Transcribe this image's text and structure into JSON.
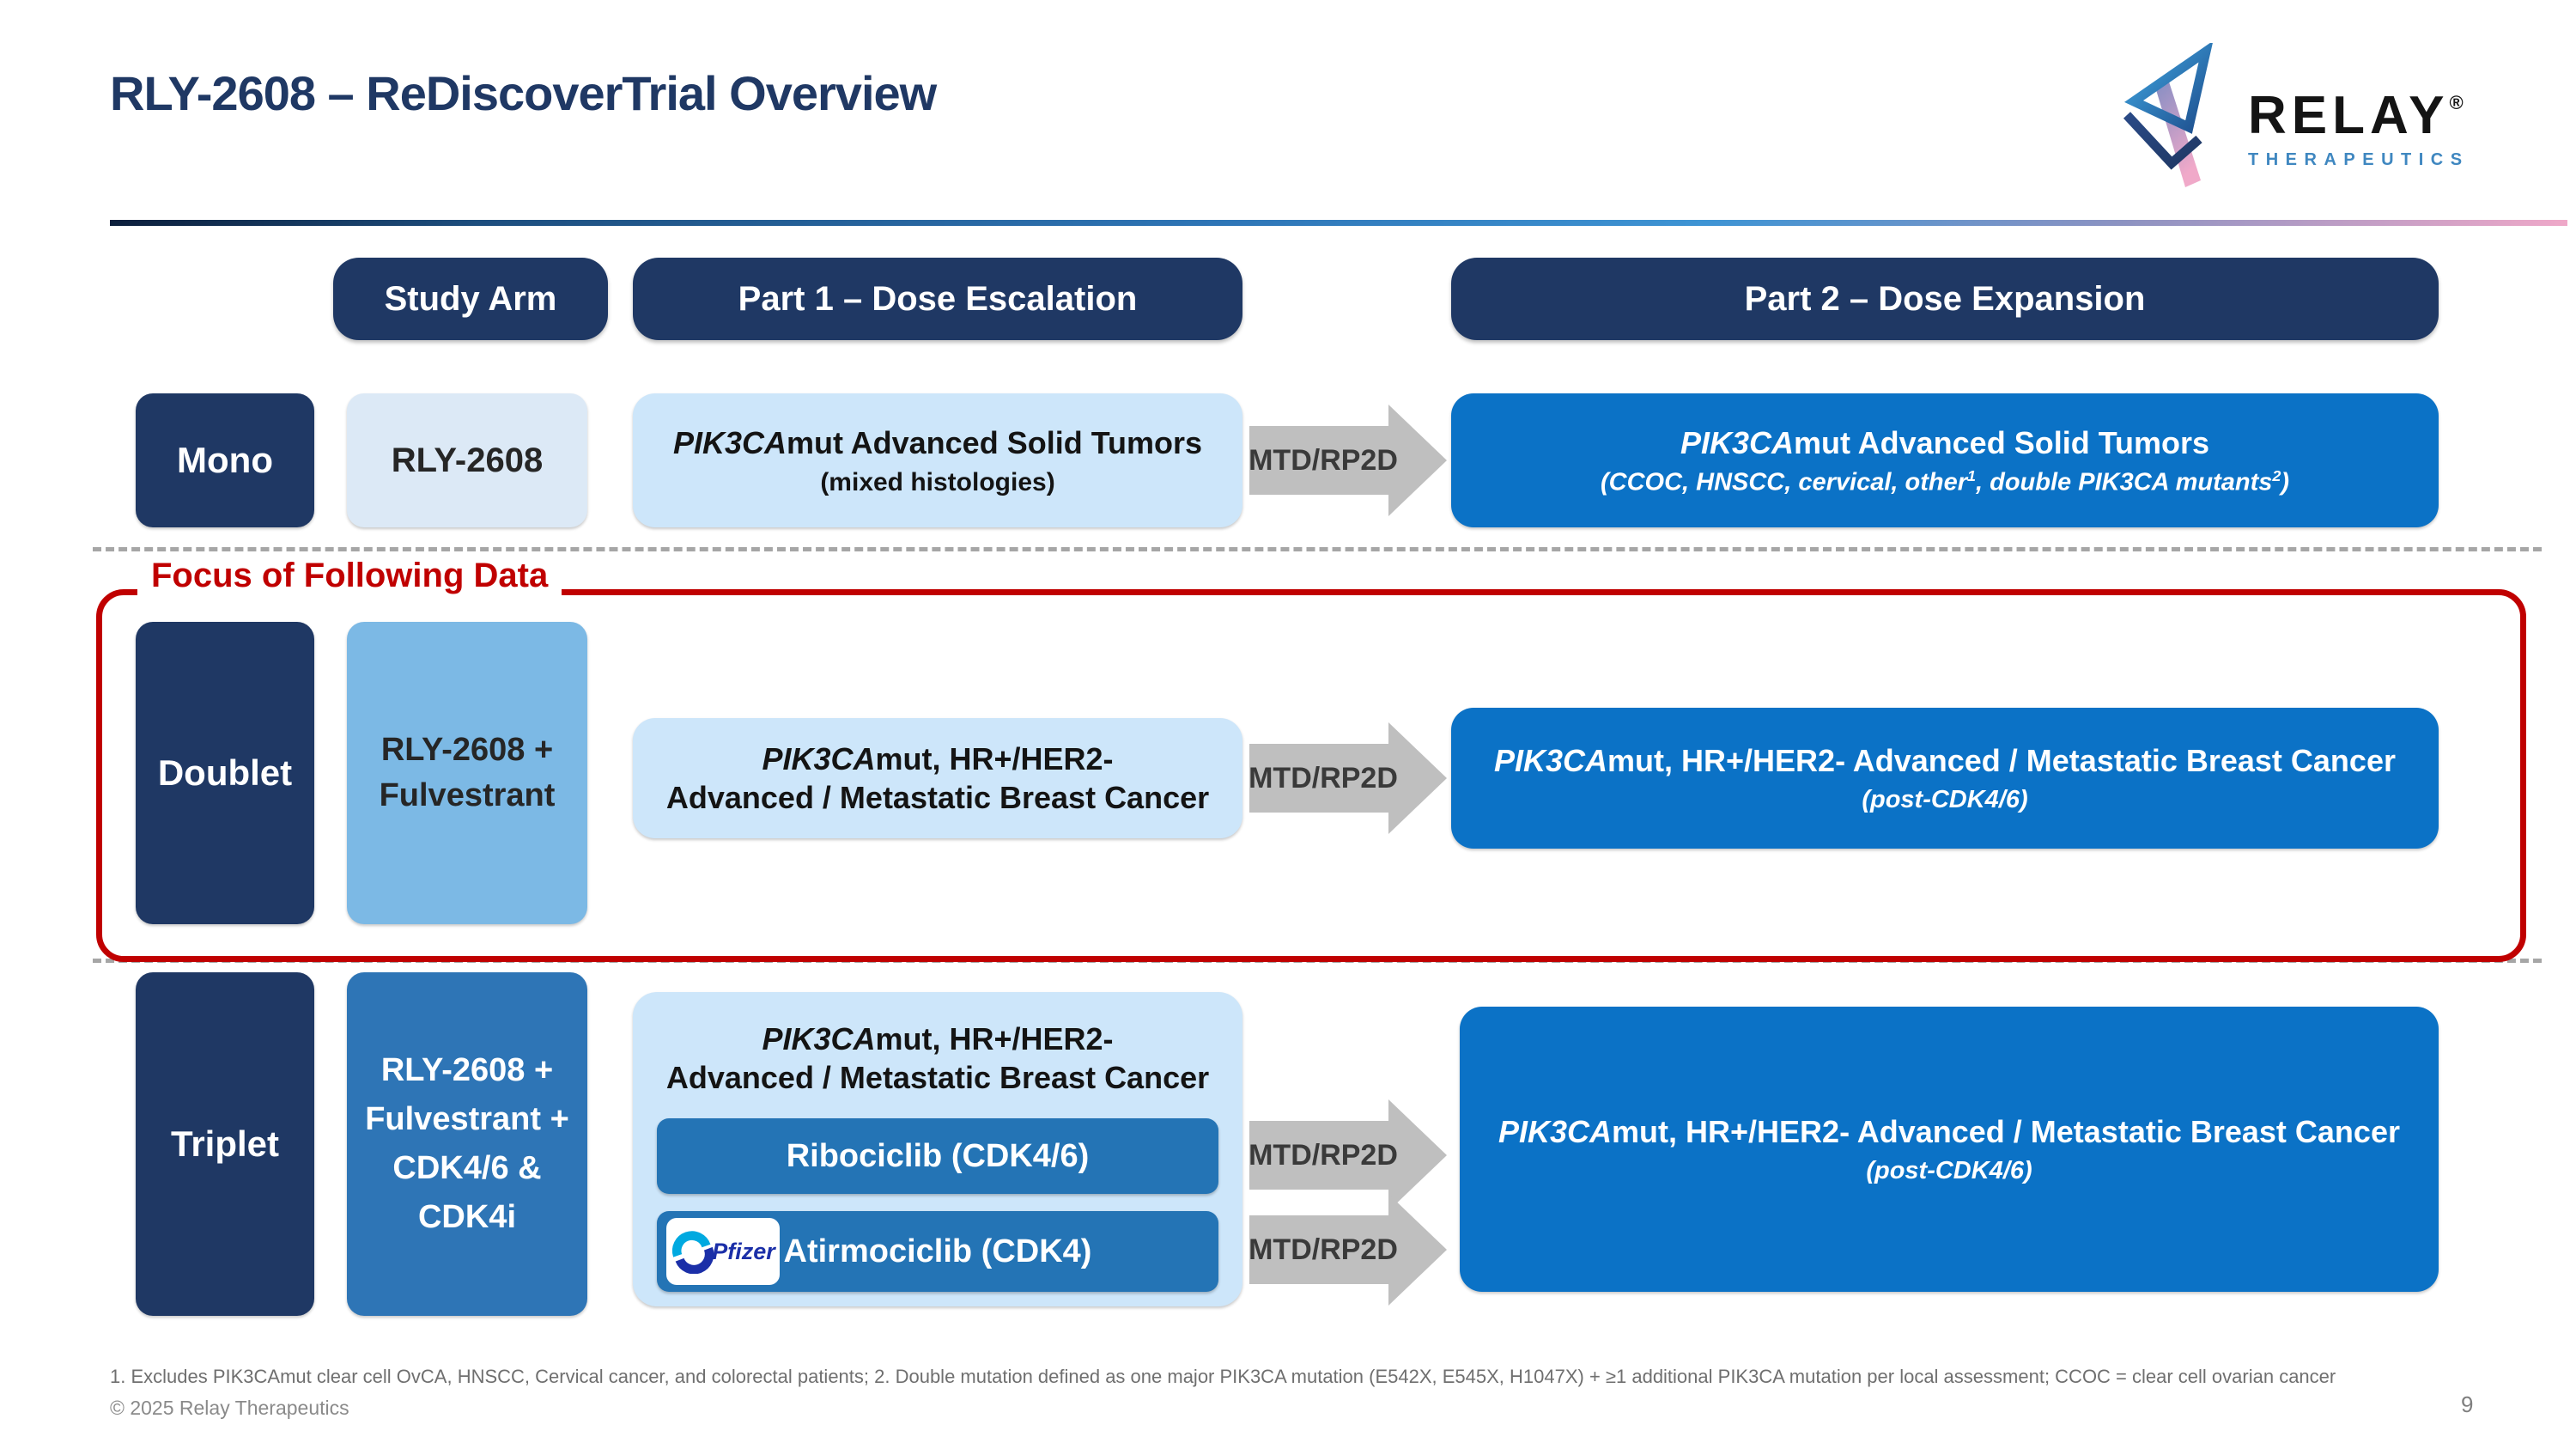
{
  "header": {
    "title": "RLY-2608 – ReDiscoverTrial Overview",
    "logo": {
      "brand": "RELAY",
      "registered": "®",
      "subtitle": "THERAPEUTICS"
    }
  },
  "columns": {
    "study_arm": "Study Arm",
    "part1": "Part 1 – Dose Escalation",
    "part2": "Part 2 – Dose Expansion"
  },
  "focus_callout": "Focus of Following Data",
  "arrow_label": "MTD/RP2D",
  "rows": {
    "mono": {
      "arm": "Mono",
      "regimen": "RLY-2608",
      "escalation": {
        "gene": "PIK3CA",
        "line1": "mut Advanced Solid Tumors",
        "line2": "(mixed histologies)"
      },
      "expansion": {
        "gene": "PIK3CA",
        "line1": "mut Advanced Solid Tumors",
        "line2_a": "(CCOC, HNSCC, cervical, other",
        "sup1": "1",
        "line2_b": ", double PIK3CA mutants",
        "sup2": "2",
        "line2_c": ")"
      }
    },
    "doublet": {
      "arm": "Doublet",
      "regimen_line1": "RLY-2608 +",
      "regimen_line2": "Fulvestrant",
      "escalation": {
        "gene": "PIK3CA",
        "line1": "mut, HR+/HER2-",
        "line2": "Advanced / Metastatic Breast Cancer"
      },
      "expansion": {
        "gene": "PIK3CA",
        "line1": "mut, HR+/HER2- Advanced / Metastatic Breast Cancer",
        "line2": "(post-CDK4/6)"
      }
    },
    "triplet": {
      "arm": "Triplet",
      "regimen_line1": "RLY-2608 +",
      "regimen_line2": "Fulvestrant  +",
      "regimen_line3": "CDK4/6 &",
      "regimen_line4": "CDK4i",
      "escalation": {
        "gene": "PIK3CA",
        "line1": "mut, HR+/HER2-",
        "line2": "Advanced / Metastatic Breast Cancer",
        "drug1": "Ribociclib (CDK4/6)",
        "drug2_brand": "Pfizer",
        "drug2": "Atirmociclib (CDK4)"
      },
      "expansion": {
        "gene": "PIK3CA",
        "line1": "mut, HR+/HER2- Advanced / Metastatic Breast Cancer",
        "line2": "(post-CDK4/6)"
      }
    }
  },
  "footer": {
    "footnote": "1. Excludes PIK3CAmut clear cell OvCA, HNSCC, Cervical cancer, and colorectal patients;  2. Double mutation defined as one major PIK3CA mutation (E542X, E545X, H1047X) + ≥1 additional PIK3CA mutation per local assessment;  CCOC = clear cell ovarian cancer",
    "copyright": "© 2025 Relay Therapeutics",
    "page_number": "9"
  },
  "colors": {
    "navy": "#1F3864",
    "sky_blue": "#7CB9E5",
    "medium_blue": "#2E75B6",
    "bright_blue": "#0B72C6",
    "inner_drug_blue": "#2474B5",
    "light_blue_fill": "#CDE6FA",
    "pale_blue_fill": "#DCE9F6",
    "focus_red": "#C00000",
    "arrow_gray": "#BFBFBF",
    "dash_gray": "#A6A6A6",
    "rule_pink": "#EFA8C8"
  },
  "icons": {
    "relay": "relay-origami-arrow-icon",
    "pfizer": "pfizer-swoosh-icon"
  }
}
